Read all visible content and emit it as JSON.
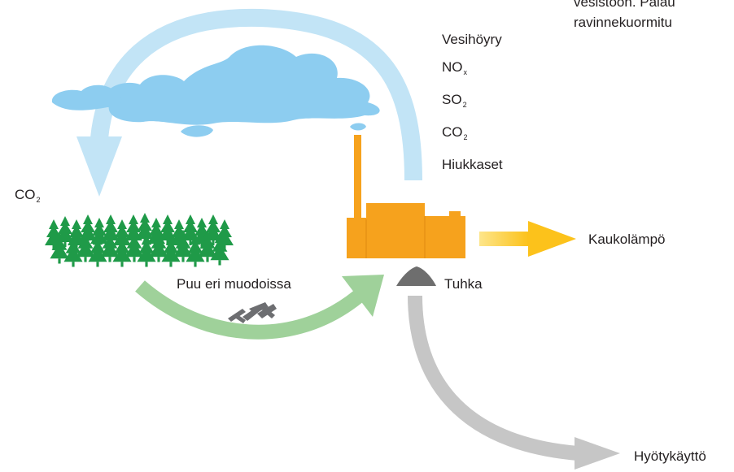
{
  "top_note": {
    "line1": "vesistöön. Palau",
    "line2": "ravinnekuormitu"
  },
  "emissions": {
    "vapor": "Vesihöyry",
    "nox_base": "NO",
    "nox_sub": "x",
    "so2_base": "SO",
    "so2_sub": "2",
    "co2_base": "CO",
    "co2_sub": "2",
    "particles": "Hiukkaset"
  },
  "forest_co2": {
    "base": "CO",
    "sub": "2"
  },
  "wood_label": "Puu eri muodoissa",
  "ash_label": "Tuhka",
  "district_heat_label": "Kaukolämpö",
  "utilization_label": "Hyötykäyttö",
  "colors": {
    "cloud": "#8dcdf0",
    "cycle_arrow": "#c2e4f6",
    "forest": "#1f9a48",
    "plant": "#f6a21d",
    "heat_arrow": "#fcca26",
    "wood_arrow": "#9fd19a",
    "ash": "#6e6e6e",
    "util_arrow": "#c6c6c6"
  },
  "icons": [
    "cloud-icon",
    "forest-icon",
    "power-plant-icon",
    "wood-logs-icon",
    "ash-pile-icon"
  ]
}
